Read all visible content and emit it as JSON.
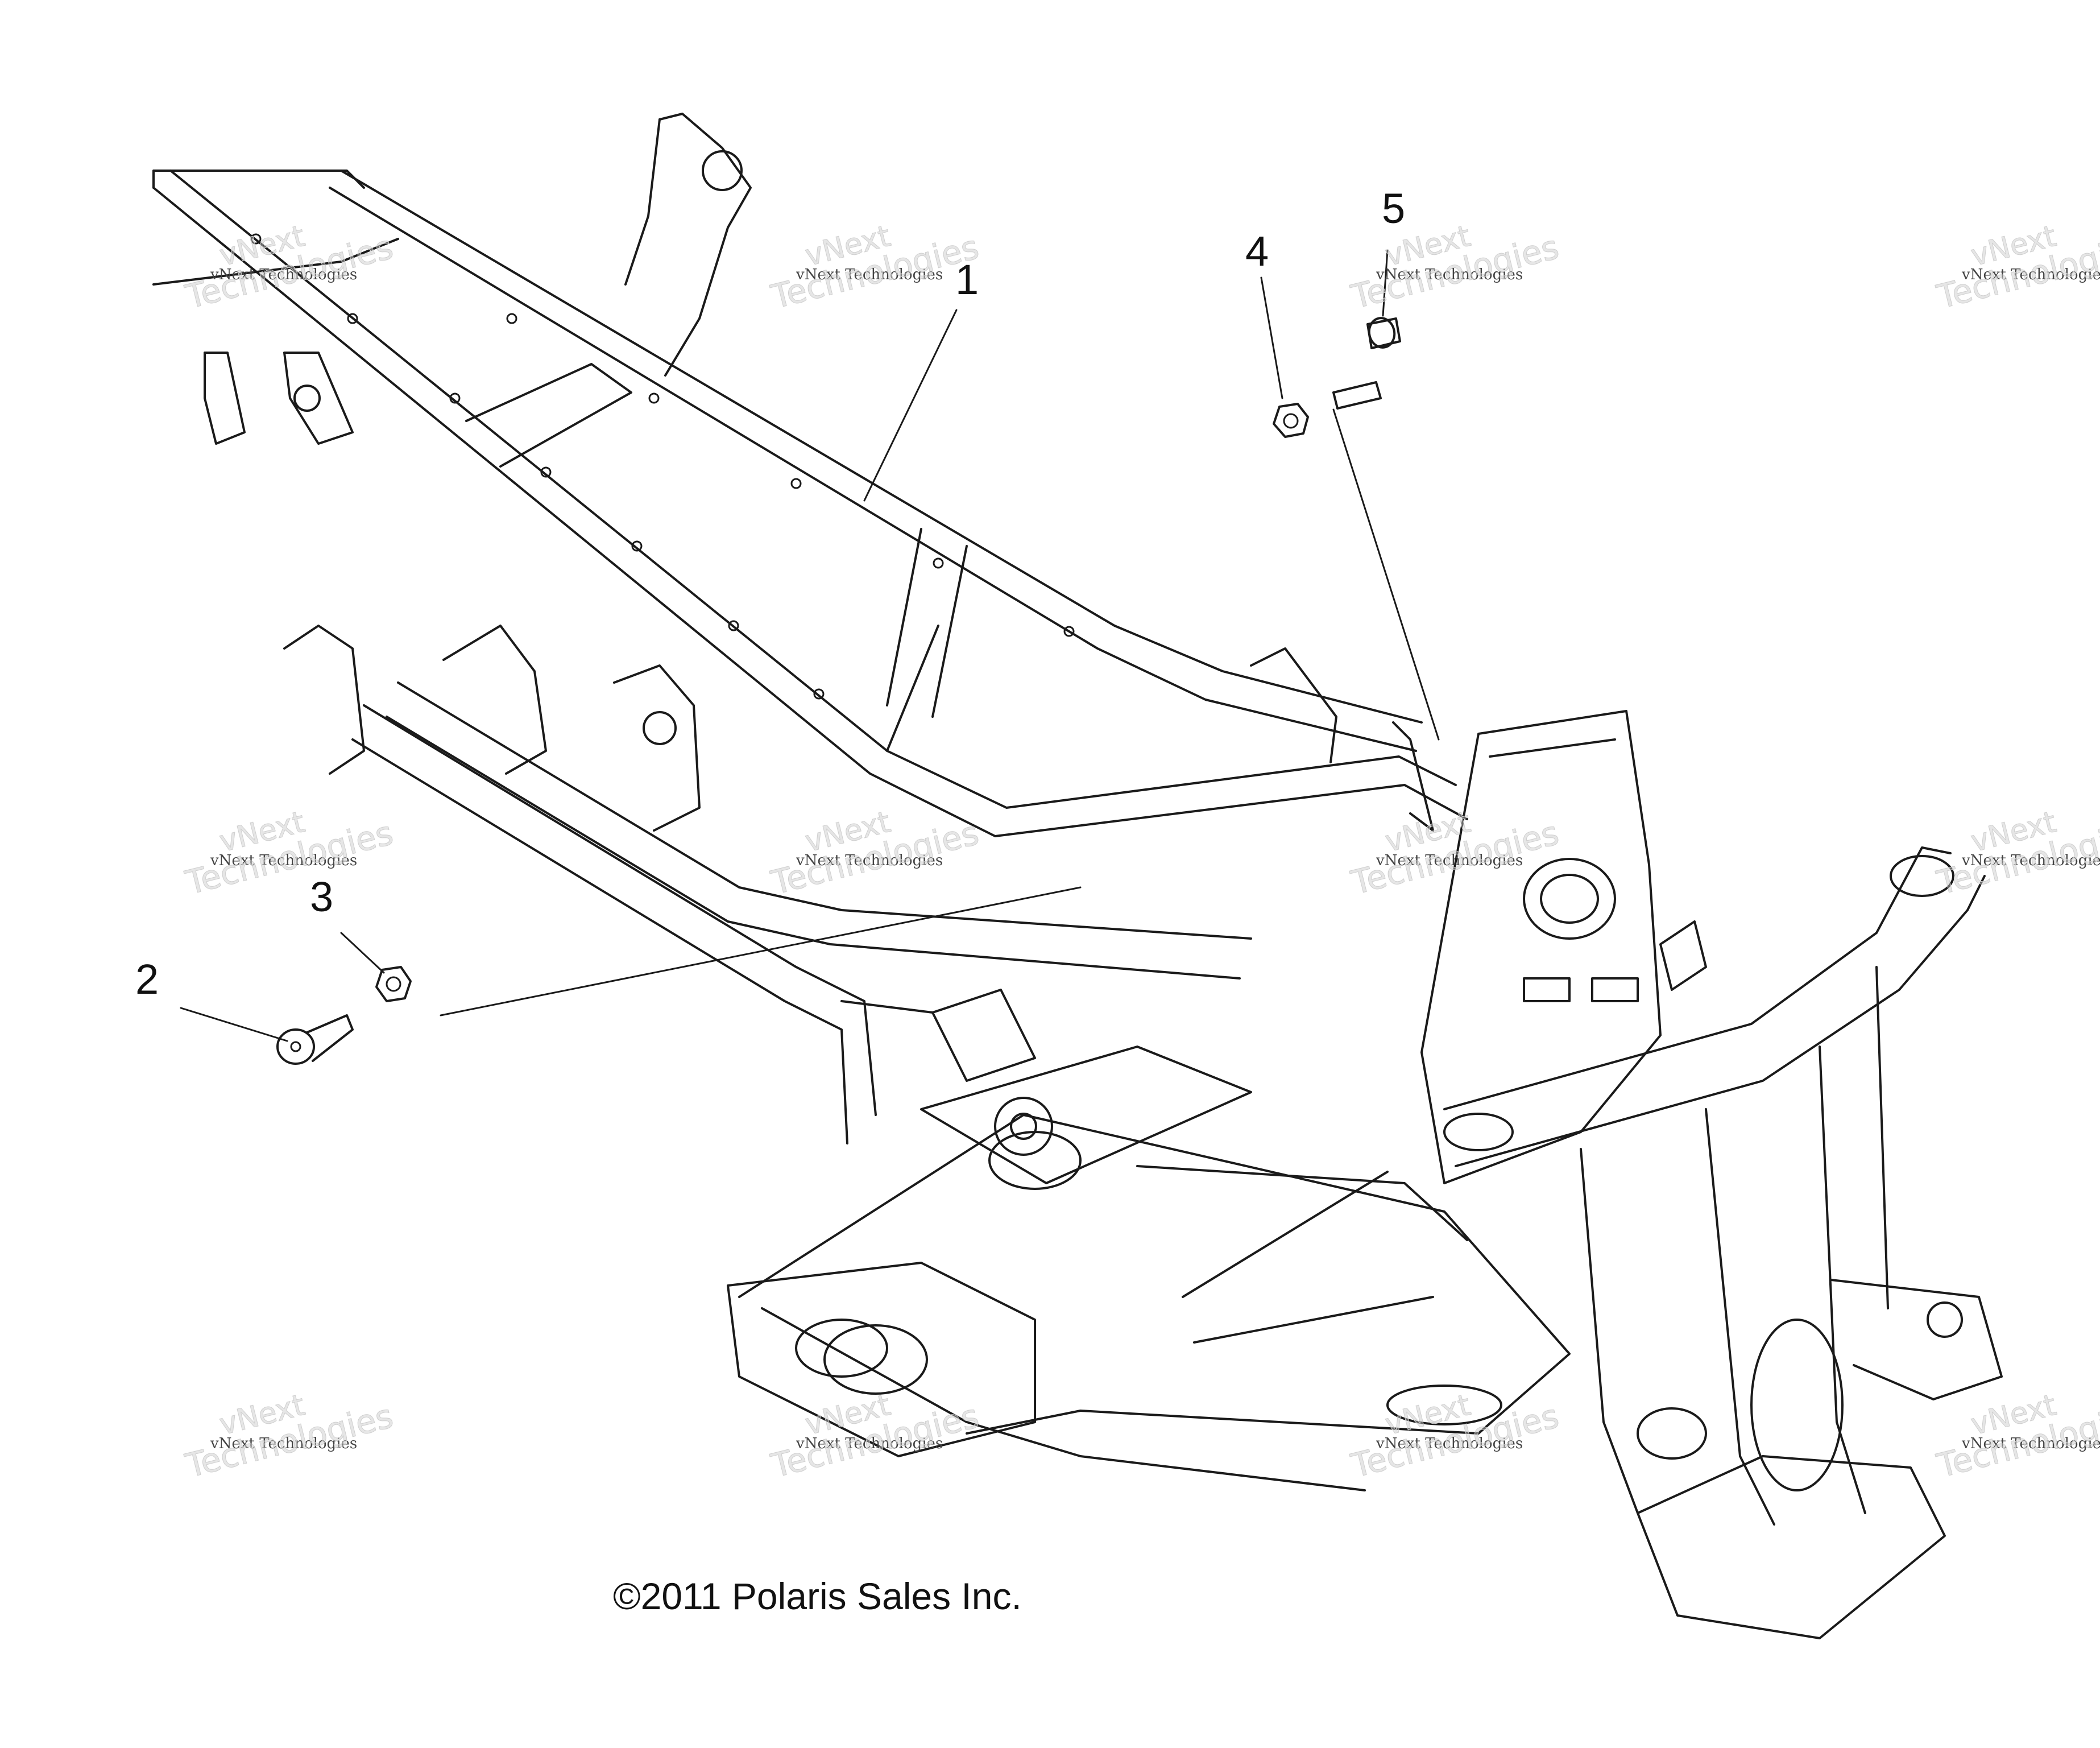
{
  "callouts": [
    {
      "id": "1",
      "label": "1"
    },
    {
      "id": "2",
      "label": "2"
    },
    {
      "id": "3",
      "label": "3"
    },
    {
      "id": "4",
      "label": "4"
    },
    {
      "id": "5",
      "label": "5"
    }
  ],
  "copyright": "©2011 Polaris Sales Inc.",
  "watermark": {
    "line1": "vNext Technologies",
    "big_a": "vNext",
    "big_b": "Technologies"
  },
  "colors": {
    "line": "#1a1a1a",
    "watermark": "#cfcfcf"
  }
}
